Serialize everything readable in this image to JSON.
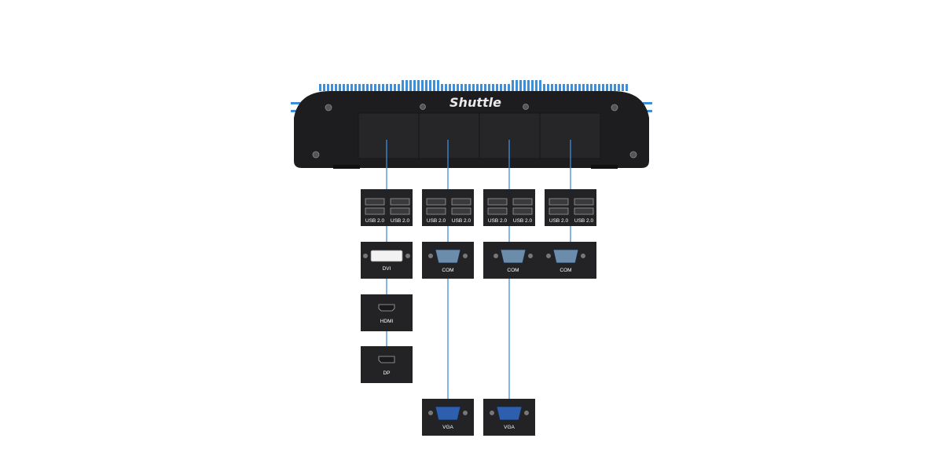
{
  "brand": "Shuttle",
  "colors": {
    "chassis": "#1d1d1f",
    "fins": "#3f8fd8",
    "wire": "#3f8fd8",
    "module": "#232325",
    "vga_connector": "#2d5fae",
    "com_connector": "#6c8cab",
    "label": "#ffffff"
  },
  "columns": [
    {
      "modules": [
        {
          "type": "usb",
          "labels": [
            "USB 2.0",
            "USB 2.0"
          ]
        },
        {
          "type": "dvi",
          "labels": [
            "DVI"
          ]
        },
        {
          "type": "hdmi",
          "labels": [
            "HDMI"
          ]
        },
        {
          "type": "dp",
          "labels": [
            "DP"
          ]
        }
      ]
    },
    {
      "modules": [
        {
          "type": "usb",
          "labels": [
            "USB 2.0",
            "USB 2.0"
          ]
        },
        {
          "type": "com",
          "labels": [
            "COM"
          ]
        },
        {
          "type": "vga",
          "labels": [
            "VGA"
          ]
        }
      ]
    },
    {
      "modules": [
        {
          "type": "usb",
          "labels": [
            "USB 2.0",
            "USB 2.0"
          ]
        },
        {
          "type": "com",
          "labels": [
            "COM"
          ]
        },
        {
          "type": "vga",
          "labels": [
            "VGA"
          ]
        }
      ]
    },
    {
      "modules": [
        {
          "type": "usb",
          "labels": [
            "USB 2.0",
            "USB 2.0"
          ]
        },
        {
          "type": "com",
          "labels": [
            "COM"
          ]
        }
      ]
    }
  ]
}
